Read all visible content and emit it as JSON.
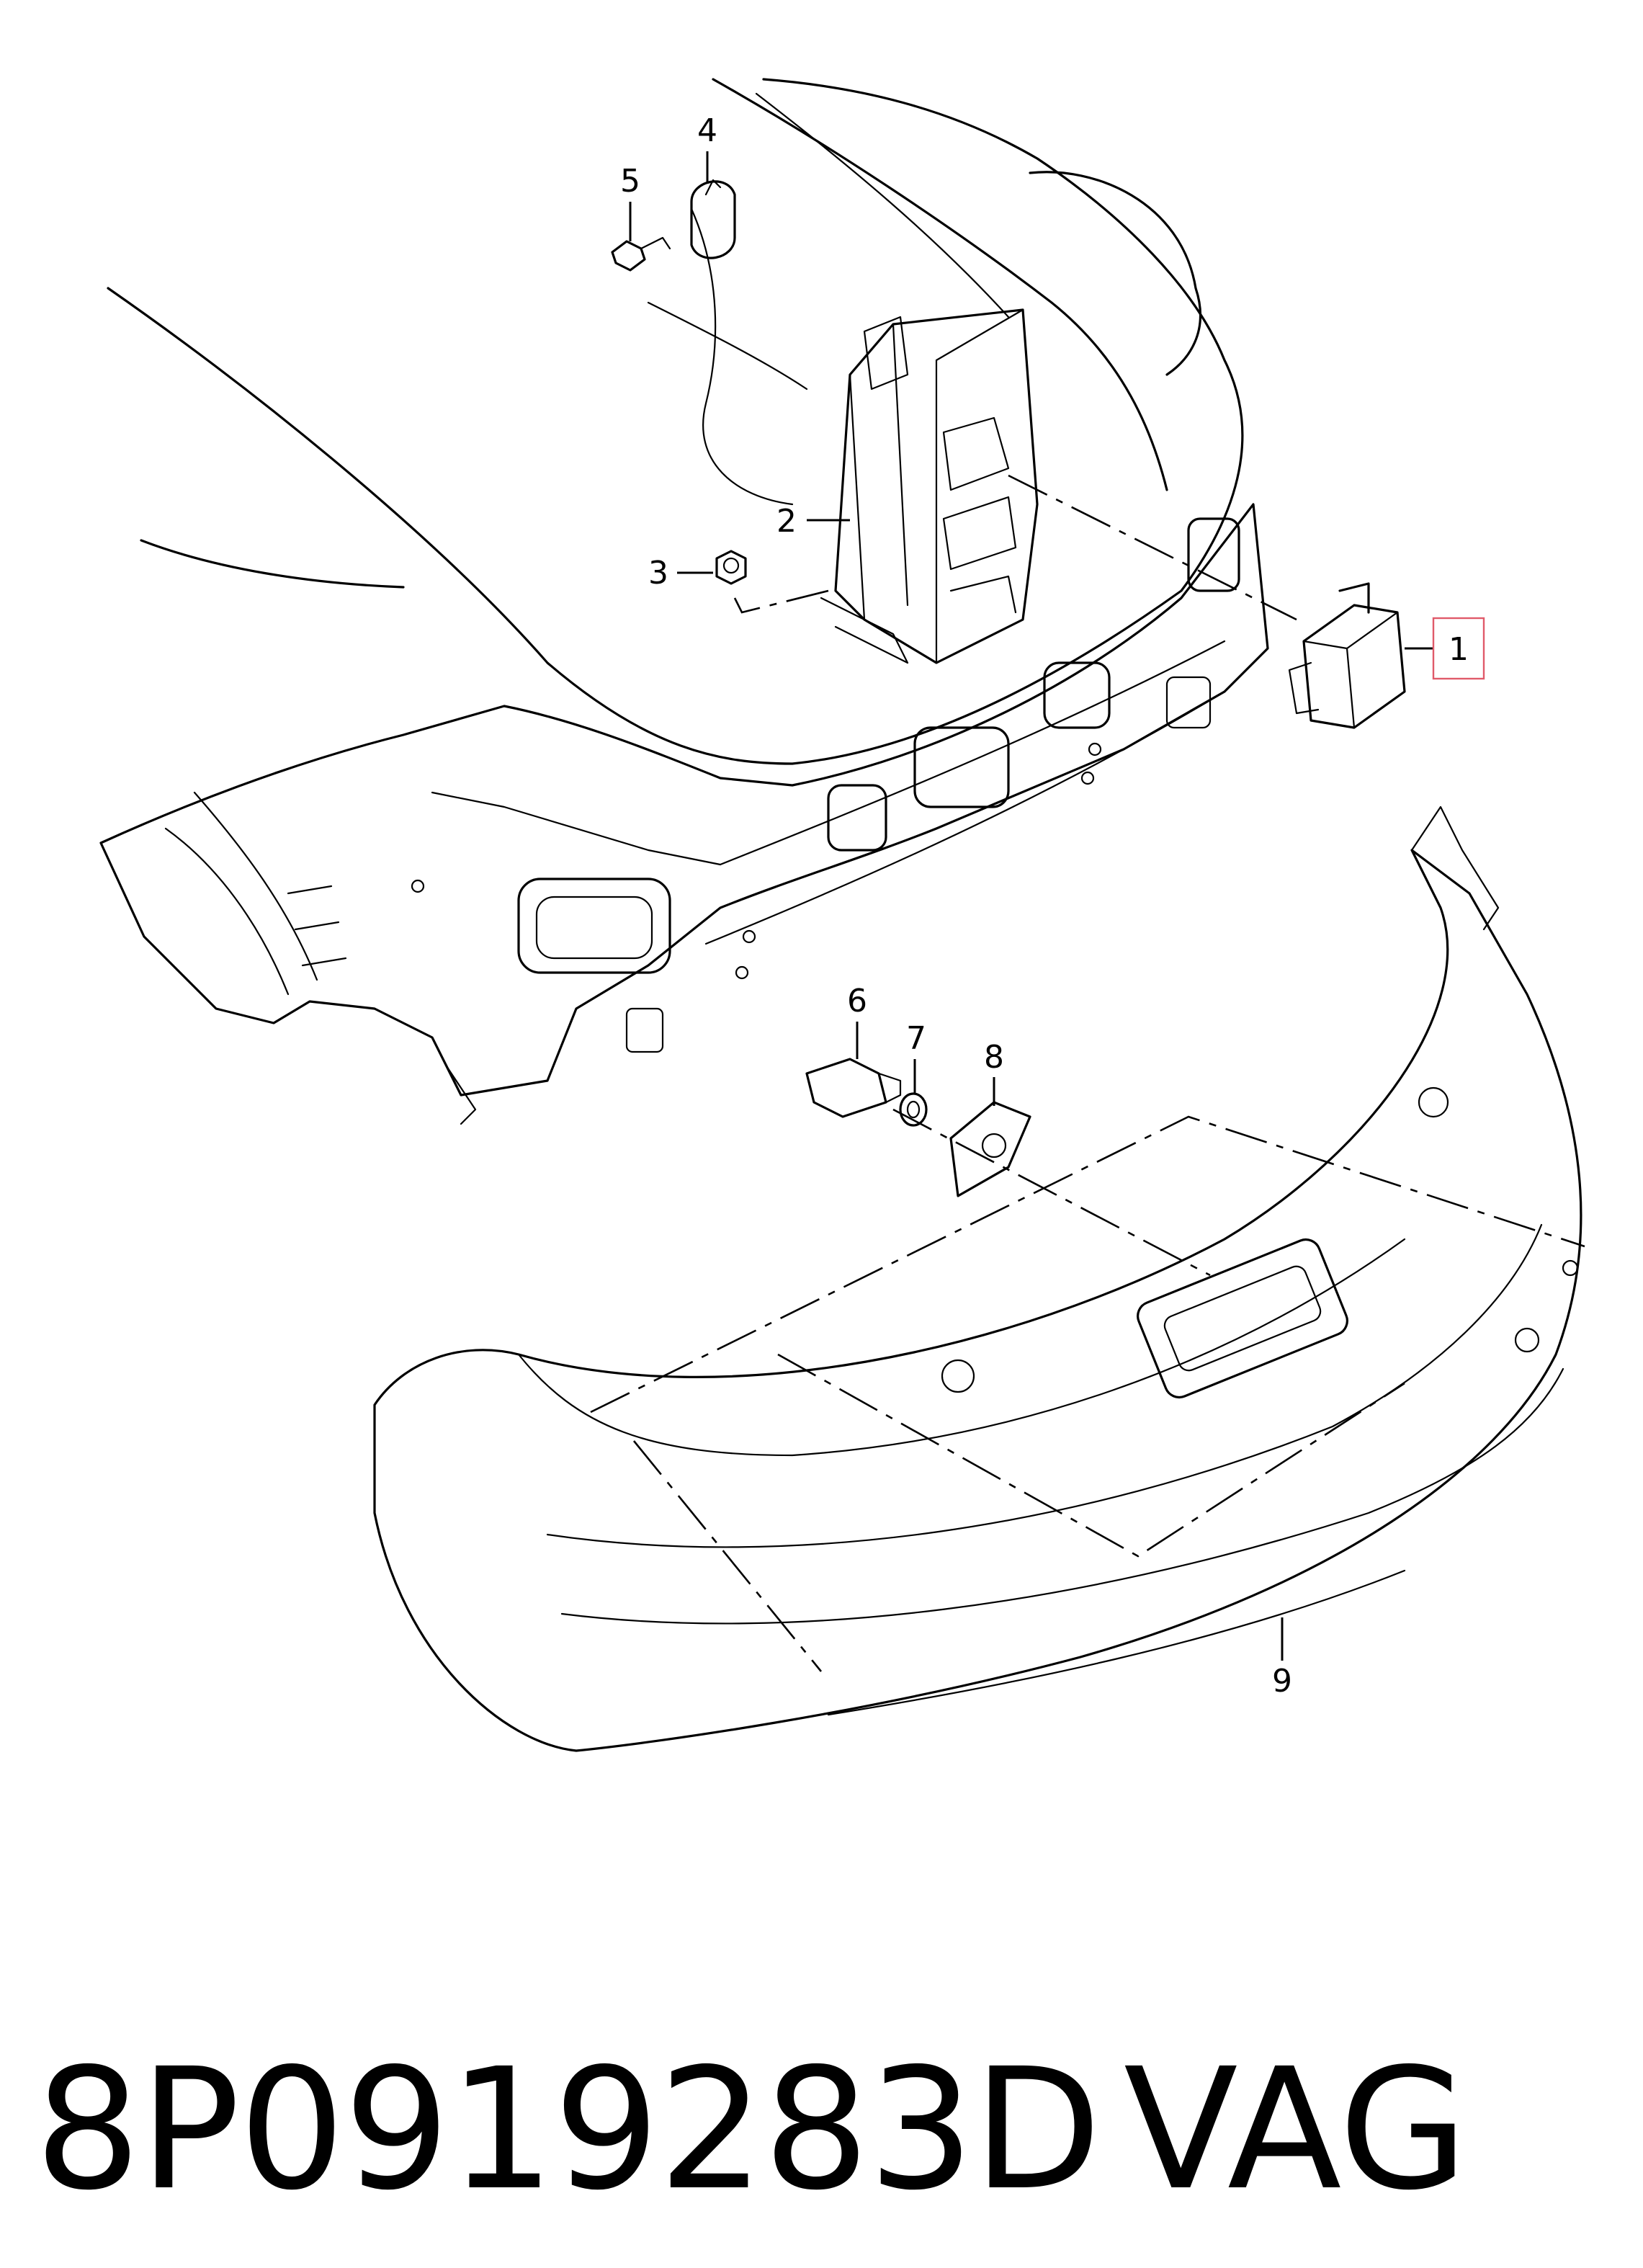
{
  "callouts": {
    "c1": "1",
    "c2": "2",
    "c3": "3",
    "c4": "4",
    "c5": "5",
    "c6": "6",
    "c7": "7",
    "c8": "8",
    "c9": "9"
  },
  "colors": {
    "highlight_box": "#e05a6a",
    "line": "#000000"
  },
  "footer": {
    "part_number": "8P0919283D",
    "brand": "VAG"
  }
}
